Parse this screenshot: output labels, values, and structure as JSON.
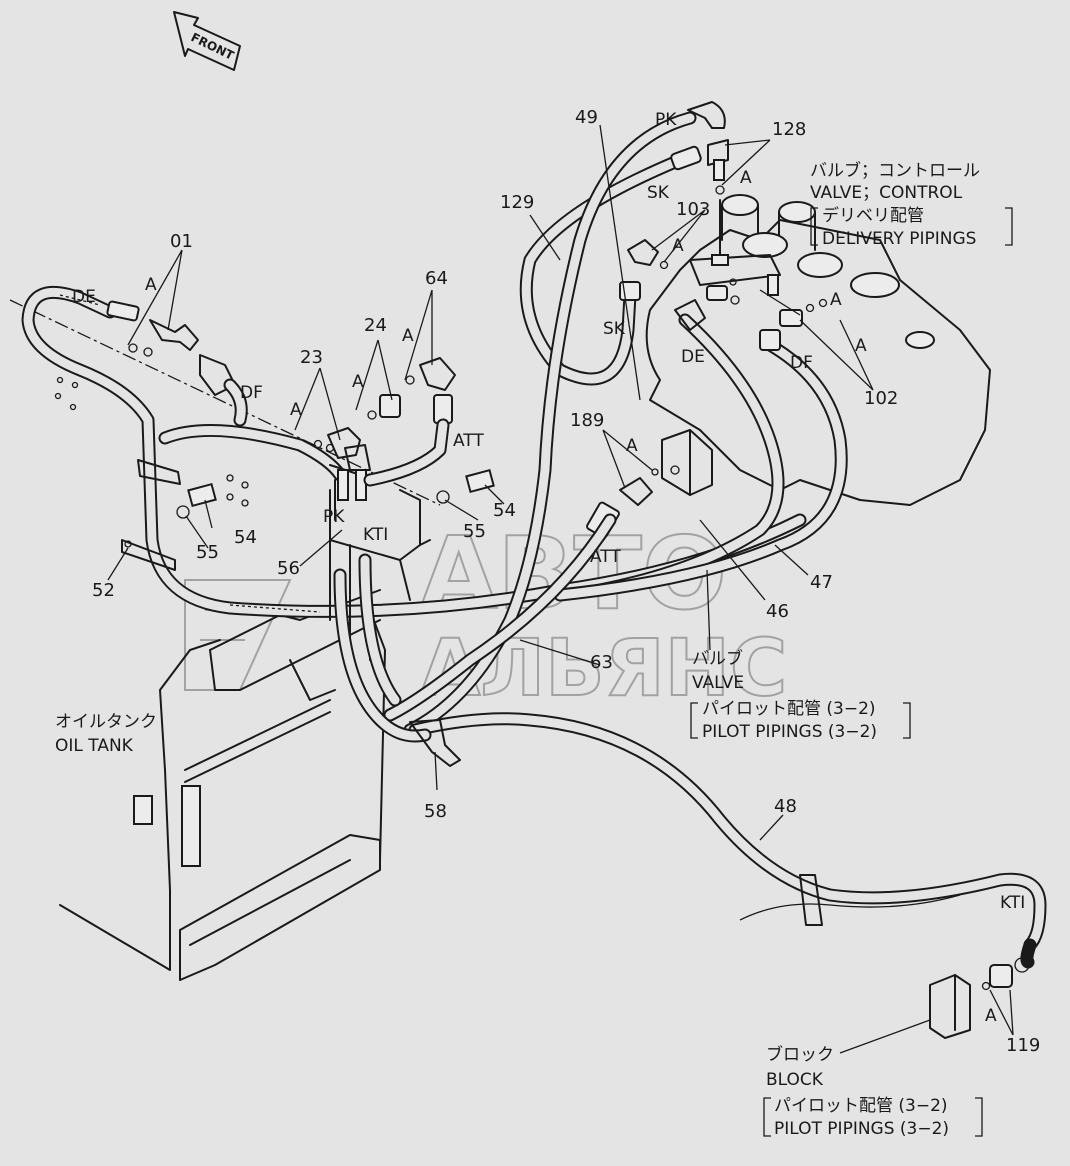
{
  "front_label": "FRONT",
  "watermark": {
    "line1": "АВТО",
    "line2": "АЛЬЯНС"
  },
  "notes": {
    "valve_control_jp": "バルブ；コントロール",
    "valve_control_en": "VALVE；CONTROL",
    "delivery_jp": "デリベリ配管",
    "delivery_en": "DELIVERY PIPINGS",
    "valve_jp": "バルブ",
    "valve_en": "VALVE",
    "pilot_jp": "パイロット配管 (3−2)",
    "pilot_en": "PILOT PIPINGS (3−2)",
    "oil_tank_jp": "オイルタンク",
    "oil_tank_en": "OIL TANK",
    "block_jp": "ブロック",
    "block_en": "BLOCK",
    "pilot2_jp": "パイロット配管 (3−2)",
    "pilot2_en": "PILOT PIPINGS (3−2)"
  },
  "codes": {
    "de1": "DE",
    "df1": "DF",
    "att1": "ATT",
    "pk1": "PK",
    "kti1": "KTI",
    "pk2": "PK",
    "sk1": "SK",
    "sk2": "SK",
    "de2": "DE",
    "df2": "DF",
    "att2": "ATT",
    "kti2": "KTI",
    "a1": "A",
    "a2": "A",
    "a3": "A",
    "a4": "A",
    "a5": "A",
    "a6": "A",
    "a7": "A",
    "a8": "A",
    "a9": "A",
    "a10": "A"
  },
  "parts": {
    "p01": "01",
    "p23": "23",
    "p24": "24",
    "p64": "64",
    "p54a": "54",
    "p54b": "54",
    "p55a": "55",
    "p55b": "55",
    "p56": "56",
    "p52": "52",
    "p49": "49",
    "p128": "128",
    "p129": "129",
    "p103": "103",
    "p102": "102",
    "p189": "189",
    "p46": "46",
    "p47": "47",
    "p63": "63",
    "p58": "58",
    "p48": "48",
    "p119": "119"
  }
}
